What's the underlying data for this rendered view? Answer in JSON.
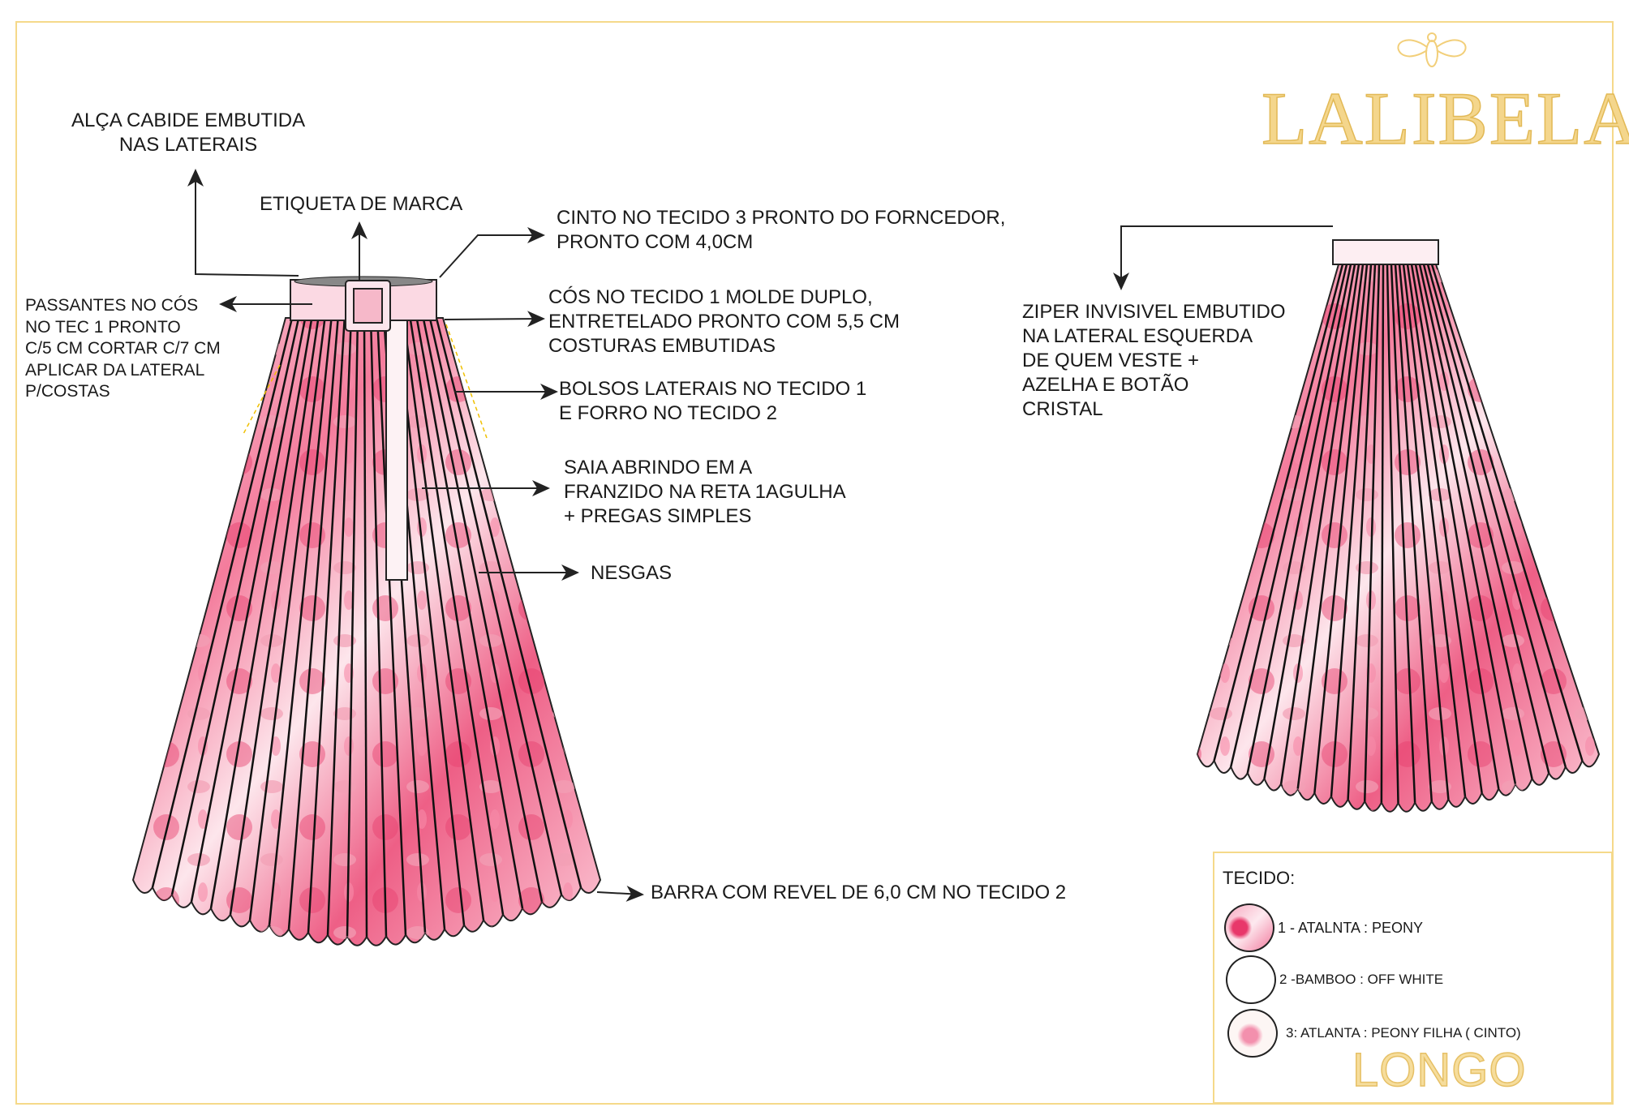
{
  "brand": {
    "name": "LALIBELA",
    "logo_icon": "bee-icon",
    "color": "#f2cf7a"
  },
  "annotations": {
    "alca": [
      "ALÇA CABIDE EMBUTIDA",
      "NAS LATERAIS"
    ],
    "etiqueta": "ETIQUETA DE MARCA",
    "cinto": [
      "CINTO NO TECIDO 3 PRONTO DO FORNCEDOR,",
      "PRONTO COM 4,0CM"
    ],
    "cos": [
      "CÓS NO TECIDO 1 MOLDE DUPLO,",
      "ENTRETELADO PRONTO COM 5,5 CM",
      "COSTURAS EMBUTIDAS"
    ],
    "passantes": [
      "PASSANTES NO CÓS",
      "NO TEC 1 PRONTO",
      "C/5 CM CORTAR C/7 CM",
      "APLICAR DA LATERAL",
      "P/COSTAS"
    ],
    "bolsos": [
      "BOLSOS LATERAIS NO TECIDO 1",
      "E FORRO NO TECIDO 2"
    ],
    "saia": [
      "SAIA ABRINDO EM A",
      "FRANZIDO NA RETA 1AGULHA",
      "+   PREGAS SIMPLES"
    ],
    "nesgas": "NESGAS",
    "barra": "BARRA  COM REVEL DE 6,0 CM NO TECIDO 2",
    "ziper": [
      "ZIPER INVISIVEL EMBUTIDO",
      "NA LATERAL ESQUERDA",
      "DE QUEM VESTE +",
      "AZELHA E BOTÃO",
      "CRISTAL"
    ]
  },
  "legend": {
    "title": "TECIDO:",
    "items": [
      {
        "label": "1 - ATALNTA : PEONY",
        "swatch": "peony-print"
      },
      {
        "label": "2 -BAMBOO : OFF WHITE",
        "swatch": "off-white"
      },
      {
        "label": "3:  ATLANTA : PEONY FILHA ( CINTO)",
        "swatch": "peony-filha-print"
      }
    ],
    "category": "LONGO"
  },
  "colors": {
    "print_main": "#f06a8e",
    "print_light": "#fbd3de",
    "frame": "#f5d98a"
  }
}
